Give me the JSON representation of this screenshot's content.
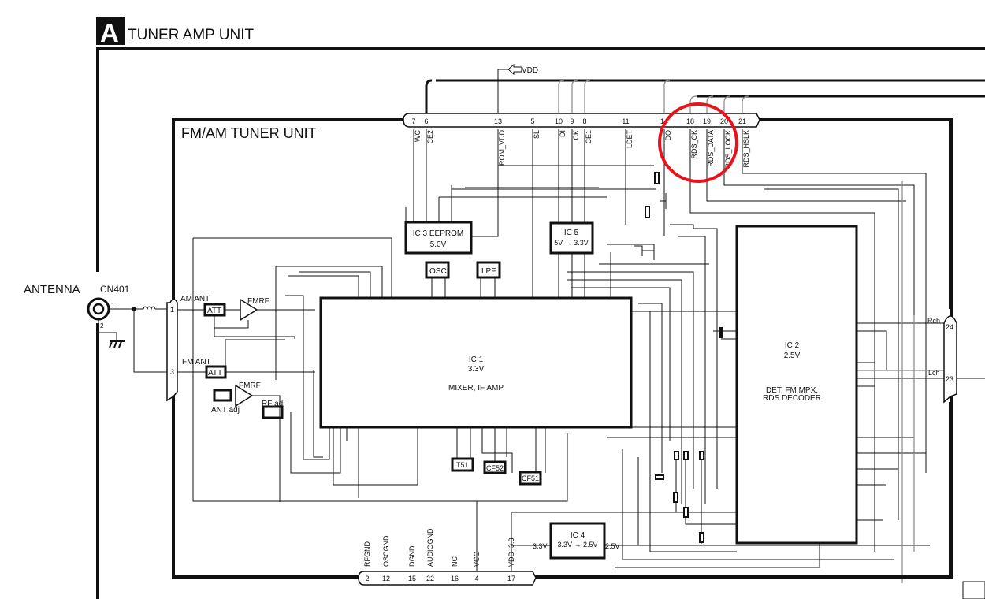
{
  "header": {
    "unit_letter": "A",
    "title": "TUNER AMP UNIT"
  },
  "tuner_unit": {
    "title": "FM/AM TUNER UNIT"
  },
  "antenna": {
    "label": "ANTENNA",
    "connector": "CN401",
    "pin1": "1",
    "pin2": "2"
  },
  "top_connector": {
    "supply_label": "VDD",
    "pins": [
      {
        "num": "7",
        "signal": "WC"
      },
      {
        "num": "6",
        "signal": "CE2"
      },
      {
        "num": "13",
        "signal": "ROM_VDD"
      },
      {
        "num": "5",
        "signal": "SL"
      },
      {
        "num": "10",
        "signal": "DI"
      },
      {
        "num": "9",
        "signal": "CK"
      },
      {
        "num": "8",
        "signal": "CE1"
      },
      {
        "num": "11",
        "signal": "LDET"
      },
      {
        "num": "14",
        "signal": "DO"
      },
      {
        "num": "18",
        "signal": "RDS_CK"
      },
      {
        "num": "19",
        "signal": "RDS_DATA"
      },
      {
        "num": "20",
        "signal": "RDS_LOCK"
      },
      {
        "num": "21",
        "signal": "RDS_HSLK"
      }
    ]
  },
  "bottom_connector": {
    "pins": [
      {
        "num": "2",
        "signal": "RFGND"
      },
      {
        "num": "12",
        "signal": "OSCGND"
      },
      {
        "num": "15",
        "signal": "DGND"
      },
      {
        "num": "22",
        "signal": "AUDIOGND"
      },
      {
        "num": "16",
        "signal": "NC"
      },
      {
        "num": "4",
        "signal": "VCC"
      },
      {
        "num": "17",
        "signal": "VDD_3.3"
      }
    ]
  },
  "left_connector": {
    "pins": [
      {
        "num": "1",
        "label": "AM ANT"
      },
      {
        "num": "3",
        "label": "FM ANT"
      }
    ]
  },
  "right_connector": {
    "pins": [
      {
        "num": "24",
        "label": "Rch"
      },
      {
        "num": "23",
        "label": "Lch"
      }
    ]
  },
  "blocks": {
    "att1": "ATT",
    "att2": "ATT",
    "fmrf1": "FMRF",
    "fmrf2": "FMRF",
    "ant_adj": "ANT adj",
    "rf_adj": "RF adj",
    "osc": "OSC",
    "lpf": "LPF",
    "t51": "T51",
    "cf52": "CF52",
    "cf51": "CF51",
    "ic1": {
      "name": "IC 1",
      "voltage": "3.3V",
      "function": "MIXER, IF AMP"
    },
    "ic2": {
      "name": "IC 2",
      "voltage": "2.5V",
      "function1": "DET, FM MPX,",
      "function2": "RDS DECODER"
    },
    "ic3": {
      "name": "IC 3 EEPROM",
      "voltage": "5.0V"
    },
    "ic4": {
      "name": "IC 4",
      "voltage": "3.3V → 2.5V",
      "in": "3.3V",
      "out": "2.5V"
    },
    "ic5": {
      "name": "IC 5",
      "voltage": "5V → 3.3V"
    }
  },
  "colors": {
    "highlight": "#e8141c",
    "line": "#111111",
    "gray_line": "#888888"
  }
}
